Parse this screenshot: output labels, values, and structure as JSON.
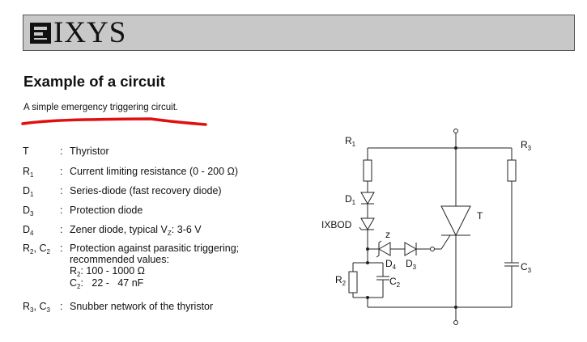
{
  "header": {
    "logo_text": "IXYS"
  },
  "title": "Example of a circuit",
  "intro": "A simple emergency triggering circuit.",
  "legend": [
    {
      "sym": "T",
      "sub": "",
      "desc": "Thyristor"
    },
    {
      "sym": "R",
      "sub": "1",
      "desc": "Current limiting resistance (0 - 200 Ω)"
    },
    {
      "sym": "D",
      "sub": "1",
      "desc": "Series-diode (fast recovery diode)"
    },
    {
      "sym": "D",
      "sub": "3",
      "desc": "Protection diode"
    },
    {
      "sym": "D",
      "sub": "4",
      "desc": "Zener diode, typical V",
      "desc_sub": "Z",
      "desc_tail": ": 3-6 V"
    },
    {
      "sym": "R",
      "sub": "2",
      "sym2": "C",
      "sub2": "2",
      "desc": "Protection against parasitic triggering;",
      "line2": "recommended values:",
      "line3_pre": "R",
      "line3_sub": "2",
      "line3": ": 100 - 1000 Ω",
      "line4_pre": "C",
      "line4_sub": "2",
      "line4": ":   22 -   47 nF"
    },
    {
      "sym": "R",
      "sub": "3",
      "sym2": "C",
      "sub2": "3",
      "desc": "Snubber network of the thyristor"
    }
  ],
  "colon": ":",
  "circuit_labels": {
    "R1": "R",
    "R1_sub": "1",
    "R3": "R",
    "R3_sub": "3",
    "D1": "D",
    "D1_sub": "1",
    "IXBOD": "IXBOD",
    "T": "T",
    "z": "z",
    "D4": "D",
    "D4_sub": "4",
    "D3": "D",
    "D3_sub": "3",
    "R2": "R",
    "R2_sub": "2",
    "C2": "C",
    "C2_sub": "2",
    "C3": "C",
    "C3_sub": "3"
  },
  "colors": {
    "header_bg": "#c8c8c8",
    "underline": "#e01010"
  }
}
